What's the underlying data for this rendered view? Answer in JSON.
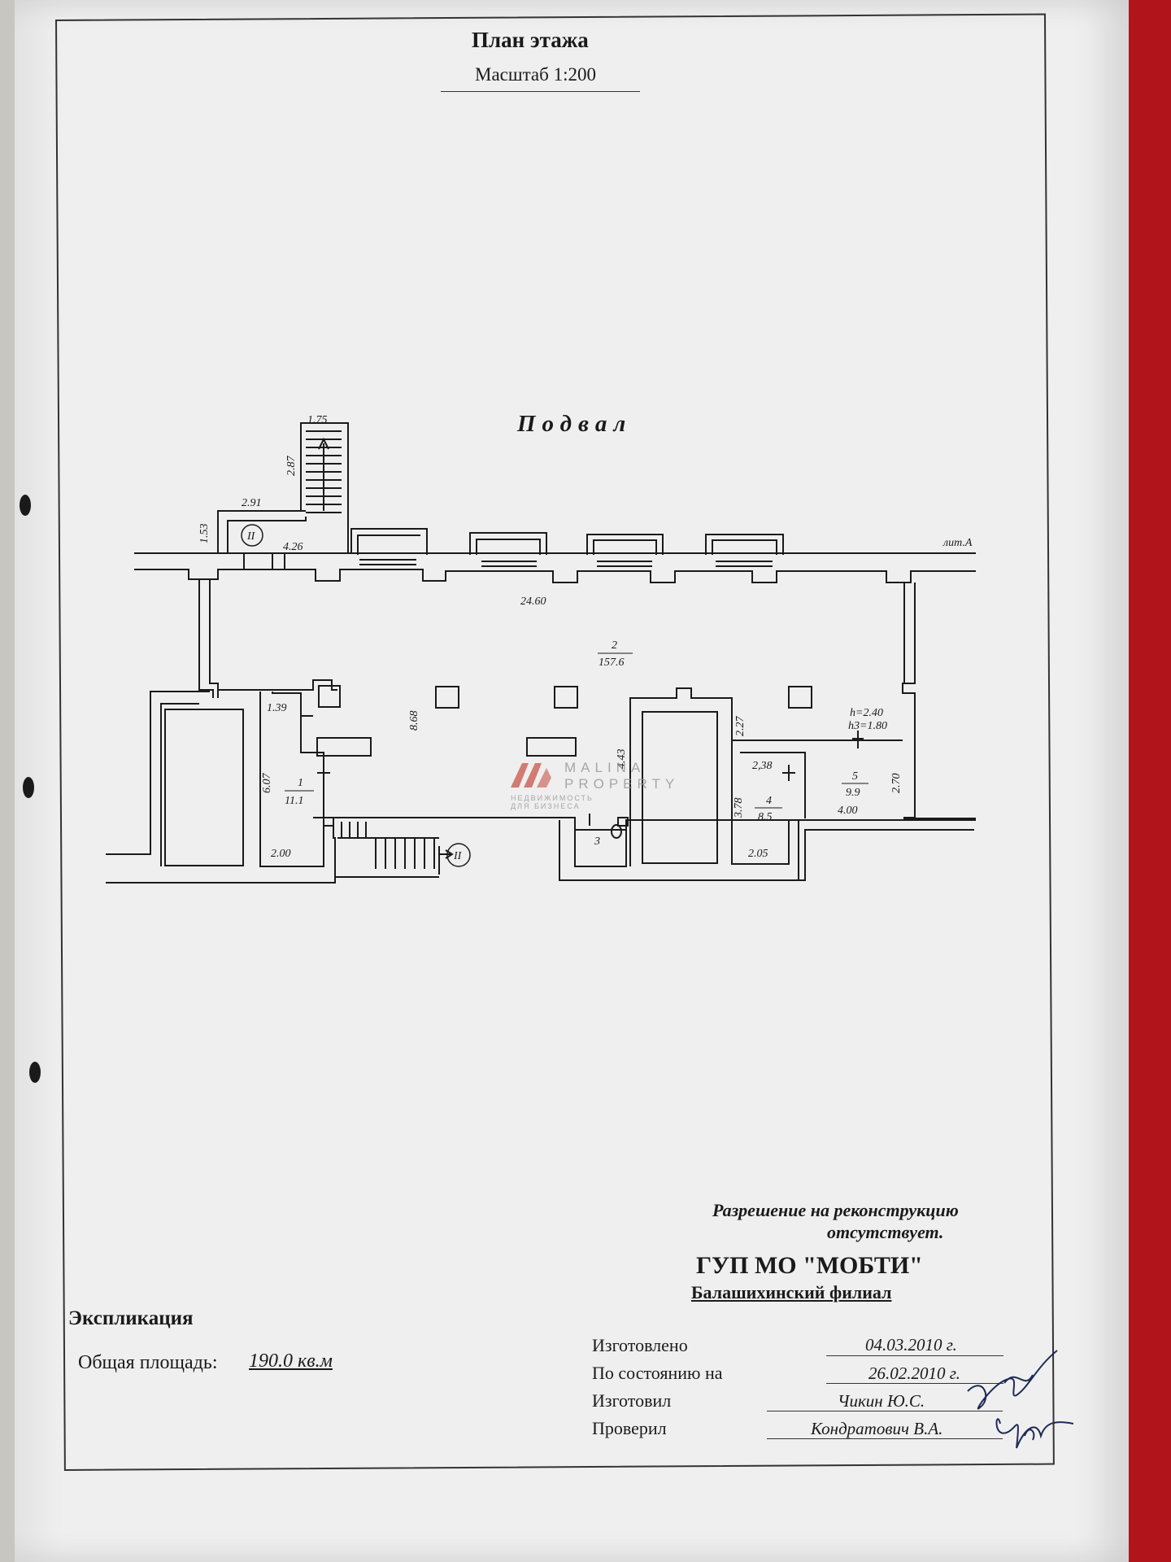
{
  "header": {
    "title": "План этажа",
    "scale": "Масштаб 1:200"
  },
  "floor_label": "Подвал",
  "plan": {
    "building_letter": "лит.А",
    "entrance_mark": "II",
    "dimensions": [
      "1.75",
      "2.87",
      "2.91",
      "1.53",
      "4.26",
      "24.60",
      "8.68",
      "1.39",
      "6.07",
      "2.00",
      "4.43",
      "2.27",
      "2,38",
      "3.78",
      "2.05",
      "4.00",
      "2.70"
    ],
    "heights": [
      "h=2.40",
      "h3=1.80"
    ],
    "rooms": [
      {
        "number": "1",
        "area": "11.1"
      },
      {
        "number": "2",
        "area": "157.6"
      },
      {
        "number": "3",
        "area": ""
      },
      {
        "number": "4",
        "area": "8.5"
      },
      {
        "number": "5",
        "area": "9.9"
      }
    ]
  },
  "watermark": {
    "brand_line1": "MALINA",
    "brand_line2": "PROPERTY",
    "tagline": "НЕДВИЖИМОСТЬ ДЛЯ БИЗНЕСА",
    "color": "#c0392b"
  },
  "notes": {
    "permission_line1": "Разрешение на реконструкцию",
    "permission_line2": "отсутствует."
  },
  "organization": {
    "name": "ГУП МО \"МОБТИ\"",
    "branch": "Балашихинский филиал"
  },
  "explication": {
    "heading": "Экспликация",
    "total_area_label": "Общая площадь:",
    "total_area_value": "190.0 кв.м"
  },
  "signoff": [
    {
      "label": "Изготовлено",
      "value": "04.03.2010 г."
    },
    {
      "label": "По состоянию на",
      "value": "26.02.2010 г."
    },
    {
      "label": "Изготовил",
      "value": "Чикин Ю.С."
    },
    {
      "label": "Проверил",
      "value": "Кондратович В.А."
    }
  ],
  "colors": {
    "paper": "#efefef",
    "ink": "#1a1a1a",
    "background_red": "#b1141a"
  }
}
